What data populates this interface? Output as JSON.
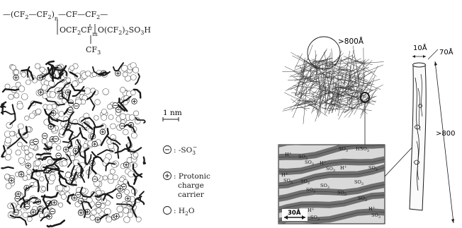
{
  "formula": {
    "line1": {
      "open": "—(CF",
      "sub2a": "2",
      "dash1": "—CF",
      "sub2b": "2",
      "close": ")",
      "n": "n",
      "rest": "—CF—CF",
      "sub2c": "2",
      "end": "—"
    },
    "line2": {
      "start": "OCF",
      "sub2a": "2",
      "mid": "CF",
      "m": "m",
      "tail": "O(CF",
      "sub2b": "2",
      "sub2c": "2",
      "so3h": "SO",
      "sub3": "3",
      "h": "H"
    },
    "line3": {
      "cf": "CF",
      "sub3": "3"
    }
  },
  "scale_bar": {
    "label": "1 nm"
  },
  "legend": [
    {
      "symbol": "minus-circle",
      "text_lines": [
        ": -SO",
        "3",
        "−"
      ]
    },
    {
      "symbol": "plus-circle",
      "text_lines": [
        ": Protonic",
        "charge",
        "carrier"
      ]
    },
    {
      "symbol": "open-circle",
      "text_lines": [
        ": H",
        "2",
        "O"
      ]
    }
  ],
  "bundle_label": ">800Å",
  "fibril": {
    "width_label": "10Å",
    "diameter_label": "70Å",
    "length_label": ">800"
  },
  "inset": {
    "scale_label": "30Å",
    "so3": "SO",
    "sub3": "3",
    "h": "H",
    "plus": "+",
    "minus": "−"
  },
  "colors": {
    "ink": "#1a1a1a",
    "fibril_fill": "#6f6f6f",
    "inset_bg": "#d9d9d9",
    "circle_fill": "#ffffff"
  }
}
